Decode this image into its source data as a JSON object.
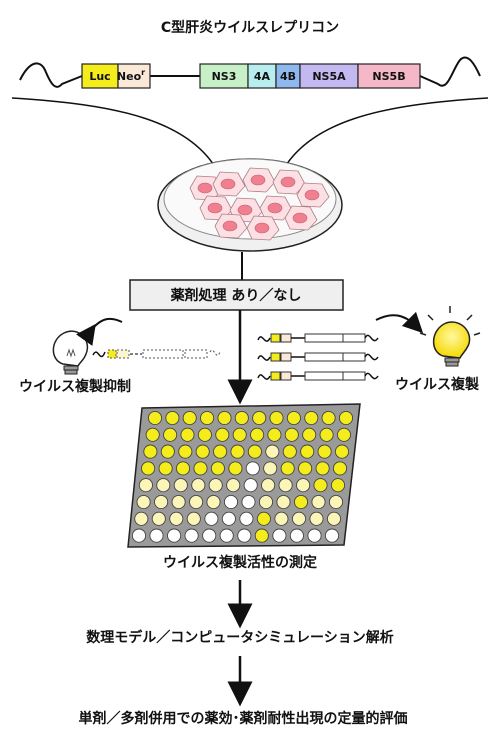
{
  "title": "C型肝炎ウイルスレプリコン",
  "replicon": {
    "segments": [
      {
        "label": "Luc",
        "sup": "",
        "color": "#f5ec1c"
      },
      {
        "label": "Neo",
        "sup": "r",
        "color": "#fbe9d7"
      },
      {
        "label": "NS3",
        "sup": "",
        "color": "#c8f0c8"
      },
      {
        "label": "4A",
        "sup": "",
        "color": "#b8eef0"
      },
      {
        "label": "4B",
        "sup": "",
        "color": "#8fb8ee"
      },
      {
        "label": "NS5A",
        "sup": "",
        "color": "#c3b8f0"
      },
      {
        "label": "NS5B",
        "sup": "",
        "color": "#f4b8c8"
      }
    ]
  },
  "treatment_box": "薬剤処理 あり／なし",
  "left_label": "ウイルス複製抑制",
  "right_label": "ウイルス複製",
  "plate_label": "ウイルス複製活性の測定",
  "step2": "数理モデル／コンピュータシミュレーション解析",
  "step3": "単剤／多剤併用での薬効･薬剤耐性出現の定量的評価",
  "plate": {
    "rows": [
      "YYYYYYYYYYYY",
      "YYYYYYYYYYYY",
      "YYYYYYYpYYYY",
      "YYYYYYwpYYYY",
      "ppppppwpppYY",
      "pppppwwppYpp",
      "ppppwwwYpppp",
      "wwwwwwwYwwww"
    ],
    "colors": {
      "Y": "#f5ec1c",
      "p": "#fbf6b8",
      "w": "#ffffff"
    }
  }
}
